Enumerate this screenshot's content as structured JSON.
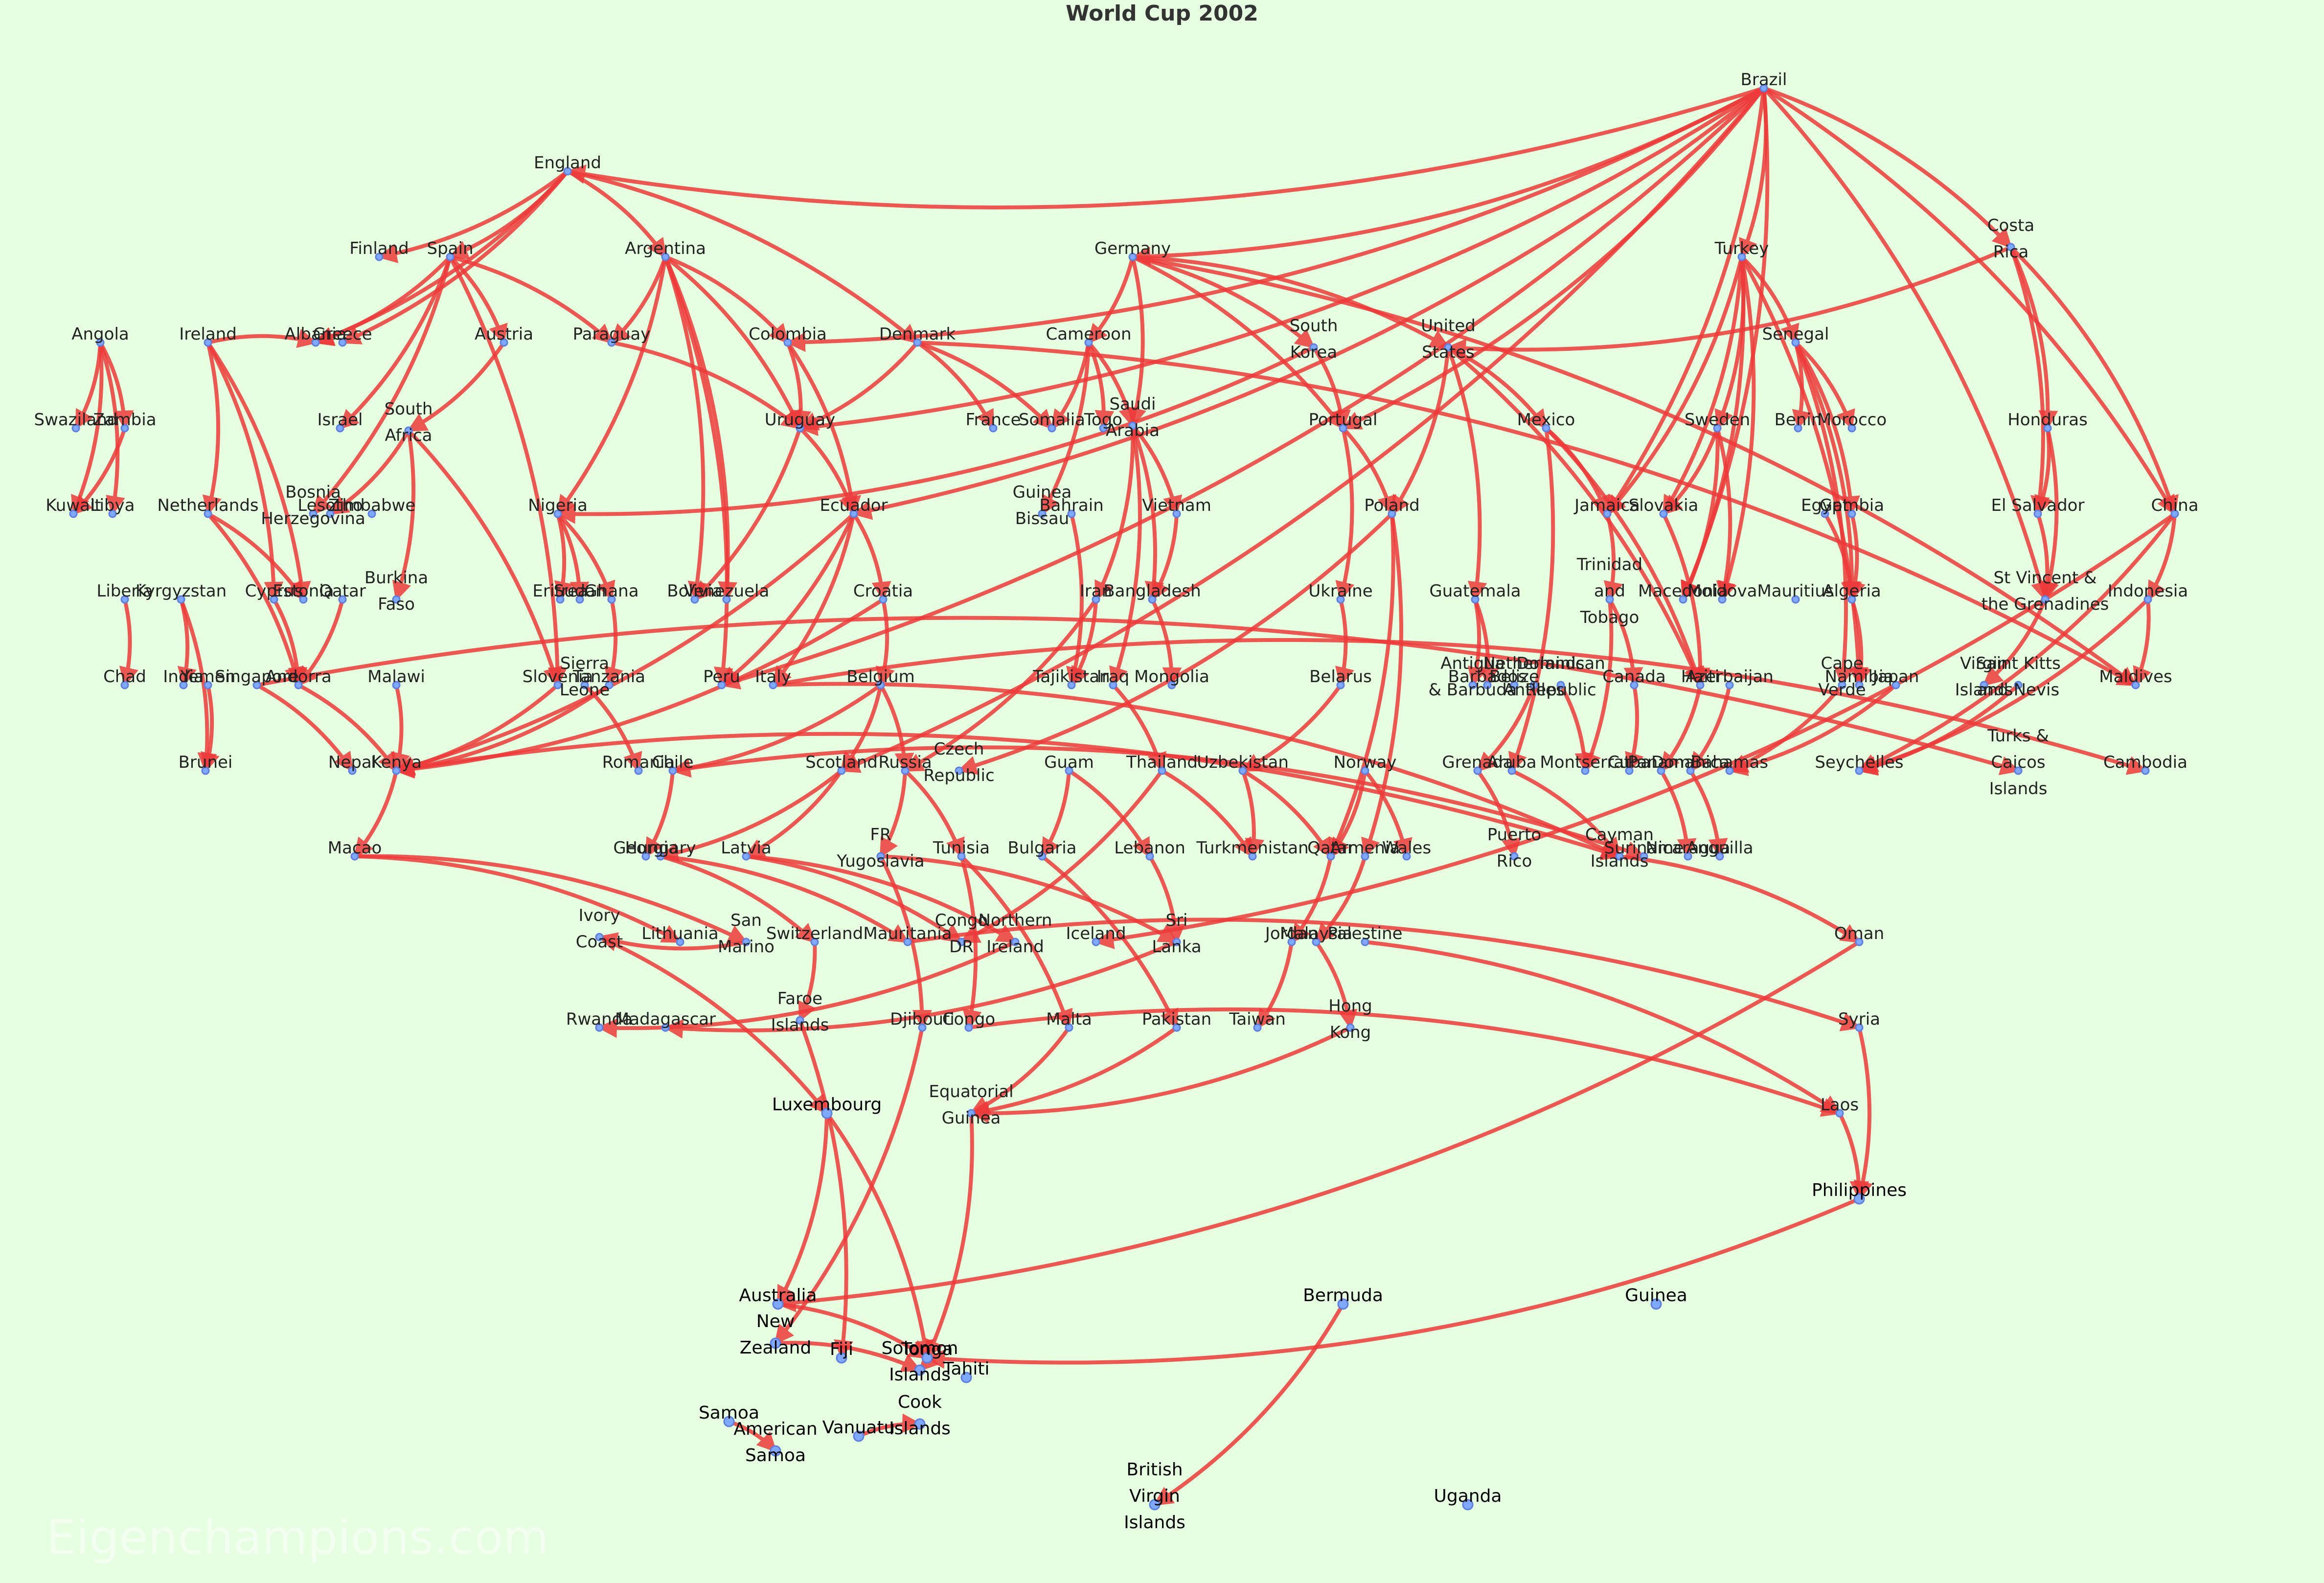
{
  "title": "World Cup 2002",
  "watermark": "Eigenchampions.com",
  "colors": {
    "background": "#e5ffe0",
    "edge": "#ee3a3a",
    "node": "#7fa8ff"
  },
  "labels": [
    "Brazil",
    "England",
    "Finland",
    "Spain",
    "Argentina",
    "Germany",
    "Turkey",
    "Costa Rica",
    "Angola",
    "Ireland",
    "Albania",
    "Greece",
    "Austria",
    "Paraguay",
    "Colombia",
    "Denmark",
    "Cameroon",
    "South Korea",
    "United States",
    "Senegal",
    "Swaziland",
    "Zambia",
    "Israel",
    "South Africa",
    "Uruguay",
    "France",
    "Somalia",
    "Togo",
    "Saudi Arabia",
    "Portugal",
    "Mexico",
    "Sweden",
    "Benin",
    "Morocco",
    "Honduras",
    "Kuwait",
    "Libya",
    "Netherlands",
    "Bosnia Herzegovina",
    "Lesotho",
    "Zimbabwe",
    "Nigeria",
    "Ecuador",
    "Guinea Bissau",
    "Bahrain",
    "Vietnam",
    "Poland",
    "Jamaica",
    "Slovakia",
    "Egypt",
    "Gambia",
    "El Salvador",
    "China",
    "Liberia",
    "Kyrgyzstan",
    "Cyprus",
    "Estonia",
    "Qatar",
    "Burkina Faso",
    "Eritrea",
    "Sudan",
    "Ghana",
    "Bolivia",
    "Venezuela",
    "Croatia",
    "Iran",
    "Bangladesh",
    "Ukraine",
    "Guatemala",
    "Trinidad and Tobago",
    "Macedonia",
    "Moldova",
    "Mauritius",
    "Algeria",
    "St Vincent & the Grenadines",
    "Indonesia",
    "Chad",
    "India",
    "Yemen",
    "Singapore",
    "Andorra",
    "Malawi",
    "Slovenia",
    "Sierra Leone",
    "Tanzania",
    "Peru",
    "Italy",
    "Belgium",
    "Tajikistan",
    "Iraq",
    "Mongolia",
    "Belarus",
    "Antigua & Barbuda",
    "Barbados",
    "Belize",
    "Netherlands Antilles",
    "Dominican Republic",
    "Canada",
    "Haiti",
    "Azerbaijan",
    "Cape Verde",
    "Namibia",
    "Japan",
    "Virgin Islands",
    "Saint Kitts and Nevis",
    "Maldives",
    "Brunei",
    "Nepal",
    "Kenya",
    "Romania",
    "Chile",
    "Scotland",
    "Russia",
    "Czech Republic",
    "Guam",
    "Thailand",
    "Uzbekistan",
    "Norway",
    "Grenada",
    "Aruba",
    "Montserrat",
    "Cuba",
    "Panama",
    "Dominica",
    "Bahamas",
    "Seychelles",
    "Turks & Caicos Islands",
    "Cambodia",
    "Macao",
    "Georgia",
    "Hungary",
    "Latvia",
    "FR Yugoslavia",
    "Tunisia",
    "Bulgaria",
    "Lebanon",
    "Turkmenistan",
    "Qatar",
    "Armenia",
    "Wales",
    "Puerto Rico",
    "Cayman Islands",
    "Suriname",
    "Nicaragua",
    "Anguilla",
    "Lithuania",
    "San Marino",
    "Switzerland",
    "Mauritania",
    "Congo DR",
    "Northern Ireland",
    "Iceland",
    "Sri Lanka",
    "Jordan",
    "Malaysia",
    "Palestine",
    "Oman",
    "Ivory Coast",
    "Faroe Islands",
    "Syria",
    "Rwanda",
    "Madagascar",
    "Djibouti",
    "Congo",
    "Malta",
    "Pakistan",
    "Taiwan",
    "Hong Kong",
    "Laos",
    "Equatorial Guinea",
    "Luxembourg",
    "Philippines",
    "Australia",
    "New Zealand",
    "Fiji",
    "Tonga",
    "Solomon Islands",
    "Tahiti",
    "Samoa",
    "American Samoa",
    "Vanuatu",
    "Cook Islands",
    "Bermuda",
    "British Virgin Islands",
    "Guinea",
    "Uganda"
  ]
}
